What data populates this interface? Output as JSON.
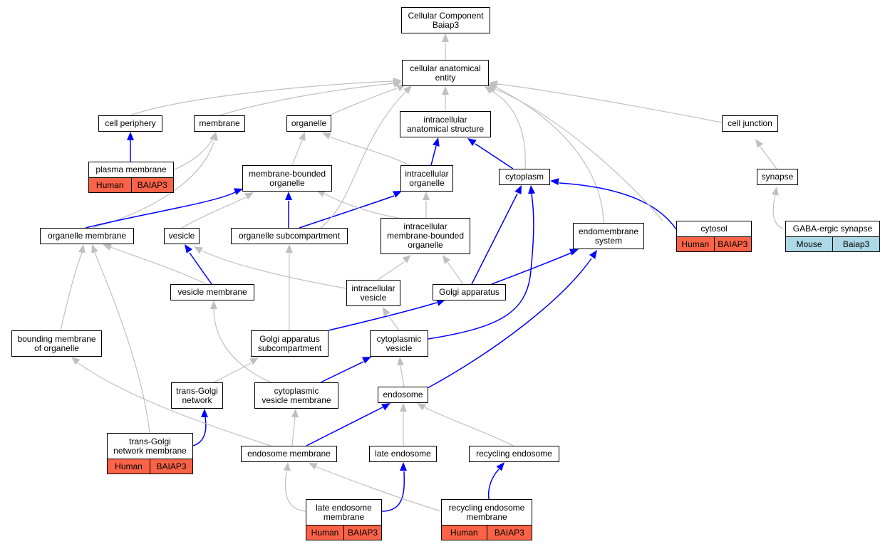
{
  "colors": {
    "is_a_edge": "#c0c0c0",
    "part_of_edge": "#0000ff",
    "human": "#fa6347",
    "mouse": "#add8e6"
  },
  "nodes": {
    "root": "Cellular Component\nBaiap3",
    "cellular_anatomical_entity": "cellular anatomical\nentity",
    "cell_periphery": "cell periphery",
    "membrane": "membrane",
    "organelle": "organelle",
    "intracellular_anatomical_structure": "intracellular\nanatomical structure",
    "cell_junction": "cell junction",
    "plasma_membrane": "plasma membrane",
    "membrane_bounded_organelle": "membrane-bounded\norganelle",
    "intracellular_organelle": "intracellular\norganelle",
    "cytoplasm": "cytoplasm",
    "synapse": "synapse",
    "organelle_membrane": "organelle membrane",
    "vesicle": "vesicle",
    "organelle_subcompartment": "organelle subcompartment",
    "intracellular_membrane_bounded_organelle": "intracellular\nmembrane-bounded\norganelle",
    "endomembrane_system": "endomembrane\nsystem",
    "cytosol": "cytosol",
    "gabaergic_synapse": "GABA-ergic synapse",
    "vesicle_membrane": "vesicle membrane",
    "intracellular_vesicle": "intracellular\nvesicle",
    "golgi_apparatus": "Golgi apparatus",
    "bounding_membrane": "bounding membrane\nof organelle",
    "golgi_subcompartment": "Golgi apparatus\nsubcompartment",
    "cytoplasmic_vesicle": "cytoplasmic\nvesicle",
    "trans_golgi_network": "trans-Golgi\nnetwork",
    "cytoplasmic_vesicle_membrane": "cytoplasmic\nvesicle membrane",
    "endosome": "endosome",
    "trans_golgi_network_membrane": "trans-Golgi\nnetwork membrane",
    "endosome_membrane": "endosome membrane",
    "late_endosome": "late endosome",
    "recycling_endosome": "recycling endosome",
    "late_endosome_membrane": "late endosome\nmembrane",
    "recycling_endosome_membrane": "recycling endosome\nmembrane"
  },
  "annotations": {
    "plasma_membrane": [
      "Human",
      "BAIAP3"
    ],
    "cytosol": [
      "Human",
      "BAIAP3"
    ],
    "gabaergic_synapse": [
      "Mouse",
      "Baiap3"
    ],
    "trans_golgi_network_membrane": [
      "Human",
      "BAIAP3"
    ],
    "late_endosome_membrane": [
      "Human",
      "BAIAP3"
    ],
    "recycling_endosome_membrane": [
      "Human",
      "BAIAP3"
    ]
  }
}
